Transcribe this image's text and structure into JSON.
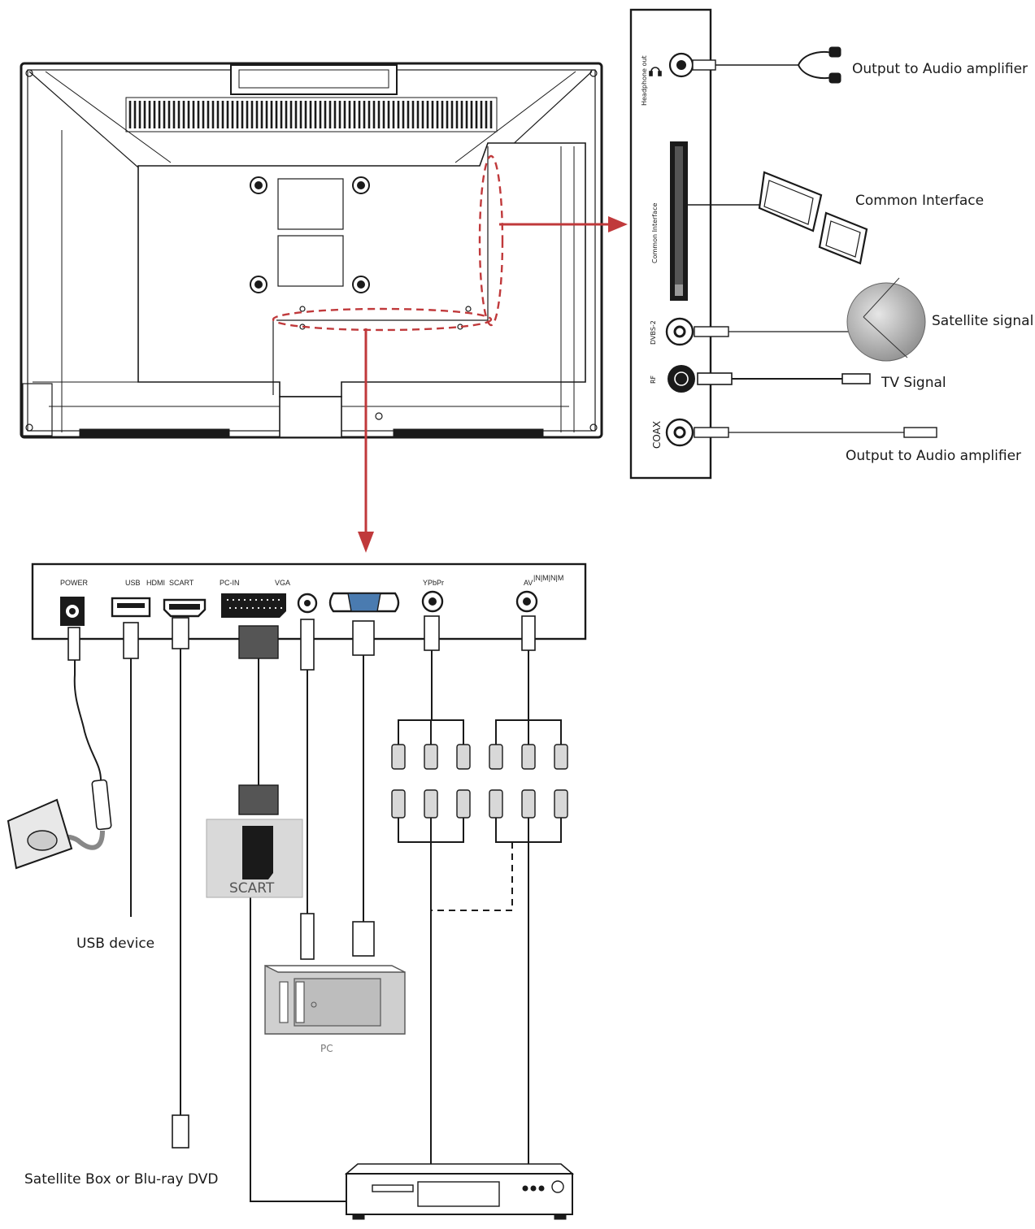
{
  "side_panel": {
    "ports": {
      "headphone": "Headphone out",
      "ci": "Common Interface",
      "dvbs2": "DVBS-2",
      "rf": "RF",
      "coax": "COAX"
    },
    "callouts": {
      "headphone_out": "Output to Audio amplifier",
      "common_interface": "Common Interface",
      "satellite": "Satellite signal",
      "tv_signal": "TV Signal",
      "coax_out": "Output to Audio amplifier"
    }
  },
  "bottom_panel": {
    "ports": {
      "power": "POWER",
      "usb": "USB",
      "hdmi": "HDMI",
      "scart": "SCART",
      "pcin": "PC-IN",
      "vga": "VGA",
      "ypbpr": "YPbPr",
      "av": "AV",
      "minim": "|N|M|N|M"
    }
  },
  "devices": {
    "usb": "USB device",
    "scart_box": "SCART",
    "pc": "PC",
    "player": "Satellite Box or Blu-ray DVD"
  },
  "colors": {
    "arrow": "#c0393b",
    "line": "#1a1a1a",
    "panel_fill": "#ffffff",
    "scart_fill": "#d9d9d9",
    "pc_fill": "#cfcfcf"
  }
}
